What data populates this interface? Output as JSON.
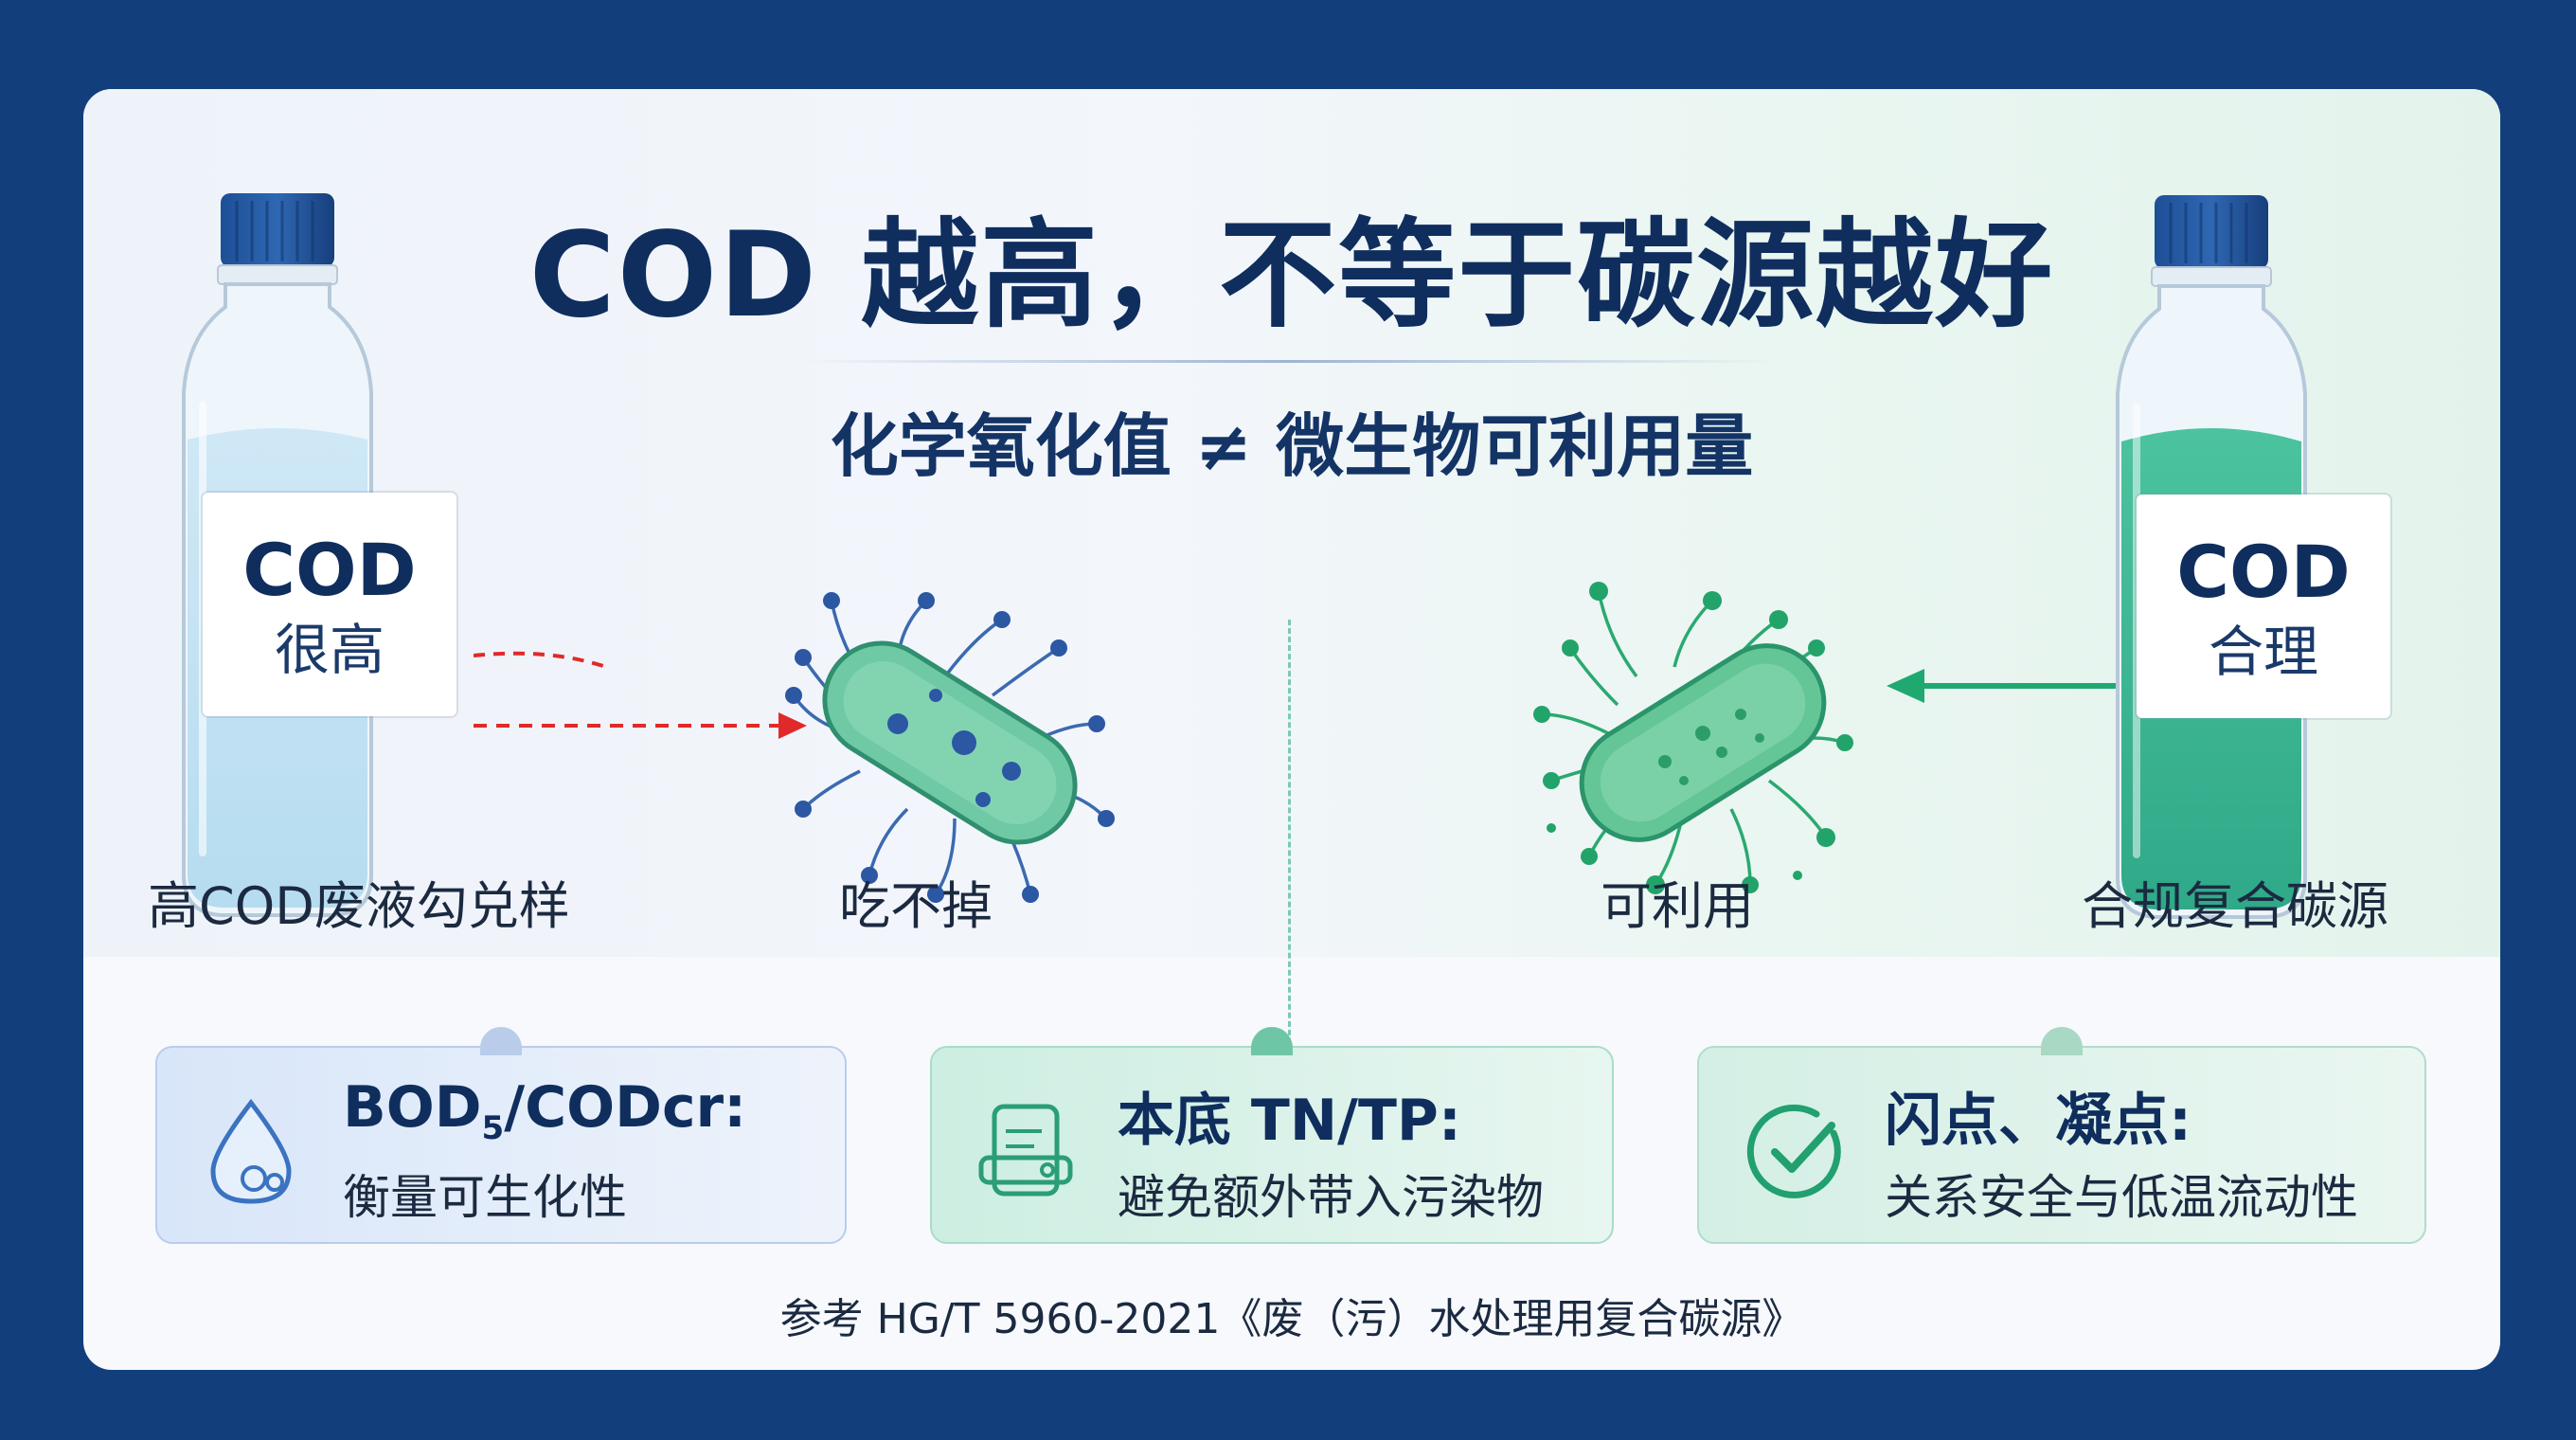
{
  "title": "COD 越高，不等于碳源越好",
  "subtitle": "化学氧化值 ≠ 微生物可利用量",
  "left_bottle": {
    "label_line1": "COD",
    "label_line2": "很高",
    "caption": "高COD废液勾兑样",
    "icon": "bottle-icon"
  },
  "left_microbe": {
    "caption": "吃不掉",
    "icon": "bacteria-icon"
  },
  "right_microbe": {
    "caption": "可利用",
    "icon": "bacteria-icon"
  },
  "right_bottle": {
    "label_line1": "COD",
    "label_line2": "合理",
    "caption": "合规复合碳源",
    "icon": "bottle-icon"
  },
  "cards": [
    {
      "title_main": "BOD",
      "title_sub": "5",
      "title_rest": "/CODcr:",
      "desc": "衡量可生化性",
      "icon": "droplet-icon"
    },
    {
      "title_main": "本底 TN/TP:",
      "desc": "避免额外带入污染物",
      "icon": "document-icon"
    },
    {
      "title_main": "闪点、凝点:",
      "desc": "关系安全与低温流动性",
      "icon": "check-circle-icon"
    }
  ],
  "reference": "参考 HG/T 5960-2021《废（污）水处理用复合碳源》",
  "colors": {
    "navy": "#0f2e5e",
    "green": "#1fa971",
    "red_arrow": "#e02a2a",
    "background": "#123f7c"
  }
}
